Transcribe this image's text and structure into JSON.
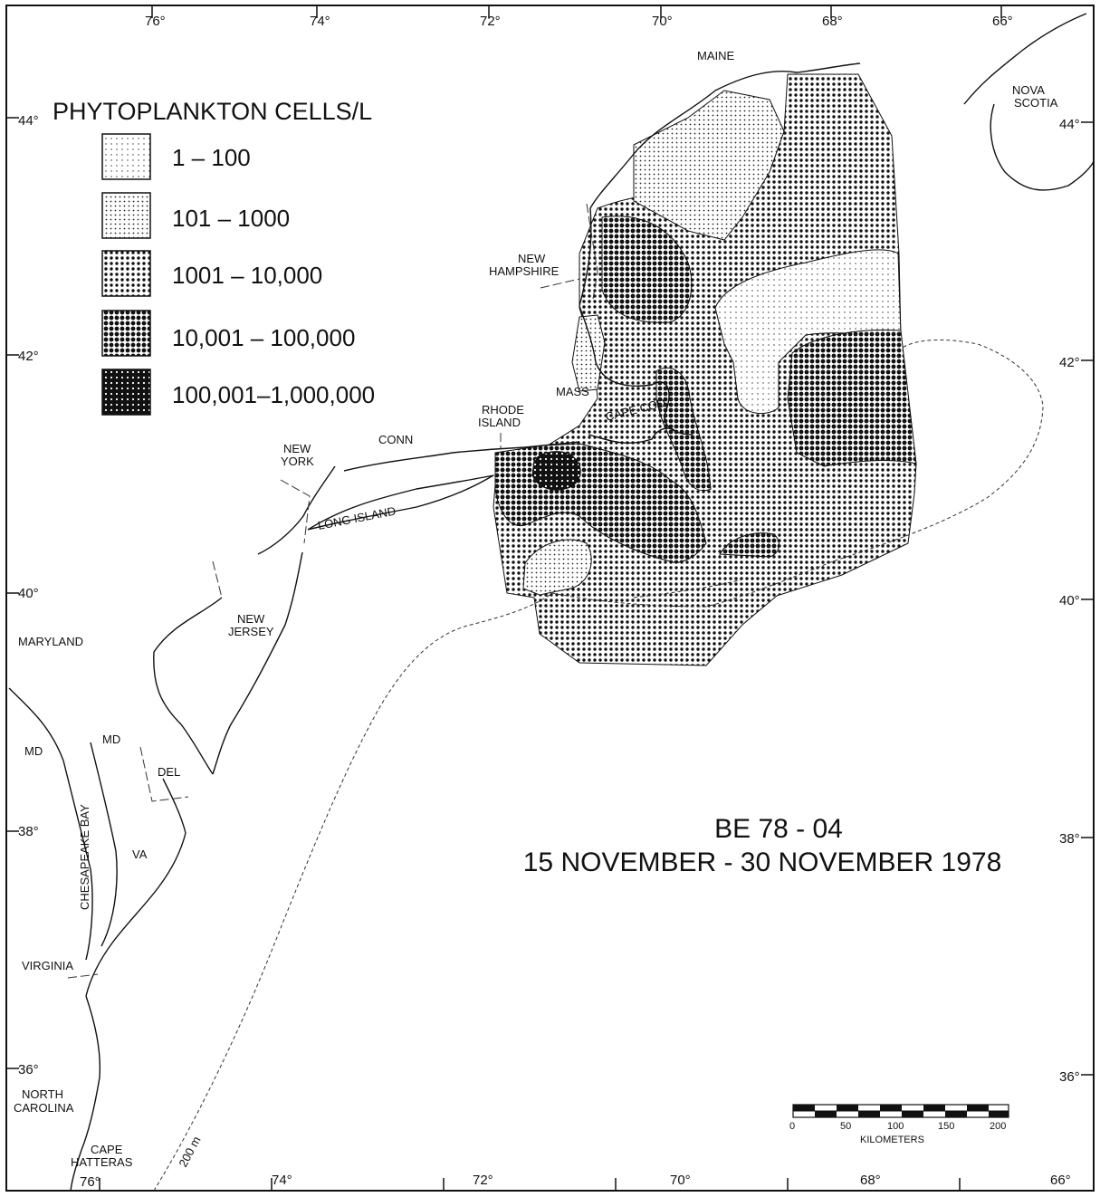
{
  "legend": {
    "title": "PHYTOPLANKTON CELLS/L",
    "classes": [
      {
        "range": "1 – 100",
        "density": "1-100"
      },
      {
        "range": "101 – 1000",
        "density": "101-1000"
      },
      {
        "range": "1001 – 10,000",
        "density": "1001-10000"
      },
      {
        "range": "10,001 – 100,000",
        "density": "10001-100000"
      },
      {
        "range": "100,001–1,000,000",
        "density": "100001-1000000"
      }
    ]
  },
  "survey": {
    "cruise": "BE 78 - 04",
    "dates": "15 NOVEMBER - 30 NOVEMBER 1978"
  },
  "longitude_ticks": {
    "top": [
      "76°",
      "74°",
      "72°",
      "70°",
      "68°",
      "66°"
    ],
    "bottom": [
      "76°",
      "74°",
      "72°",
      "70°",
      "68°",
      "66°"
    ]
  },
  "latitude_ticks": {
    "left": [
      "44°",
      "42°",
      "40°",
      "38°",
      "36°"
    ],
    "right": [
      "44°",
      "42°",
      "40°",
      "38°",
      "36°"
    ]
  },
  "places": {
    "maine": "MAINE",
    "nova_scotia_1": "NOVA",
    "nova_scotia_2": "SCOTIA",
    "new_hampshire_1": "NEW",
    "new_hampshire_2": "HAMPSHIRE",
    "mass": "MASS",
    "rhode_island_1": "RHODE",
    "rhode_island_2": "ISLAND",
    "cape_cod": "CAPE COD",
    "conn": "CONN",
    "new_york_1": "NEW",
    "new_york_2": "YORK",
    "long_island": "LONG ISLAND",
    "new_jersey_1": "NEW",
    "new_jersey_2": "JERSEY",
    "maryland": "MARYLAND",
    "md_west": "MD",
    "md_east": "MD",
    "del": "DEL",
    "chesapeake_bay": "CHESAPEAKE BAY",
    "va": "VA",
    "virginia": "VIRGINIA",
    "north_carolina_1": "NORTH",
    "north_carolina_2": "CAROLINA",
    "cape_hatteras_1": "CAPE",
    "cape_hatteras_2": "HATTERAS"
  },
  "isobath_label": "200 m",
  "scale_bar": {
    "ticks": [
      "0",
      "50",
      "100",
      "150",
      "200"
    ],
    "unit": "KILOMETERS"
  }
}
